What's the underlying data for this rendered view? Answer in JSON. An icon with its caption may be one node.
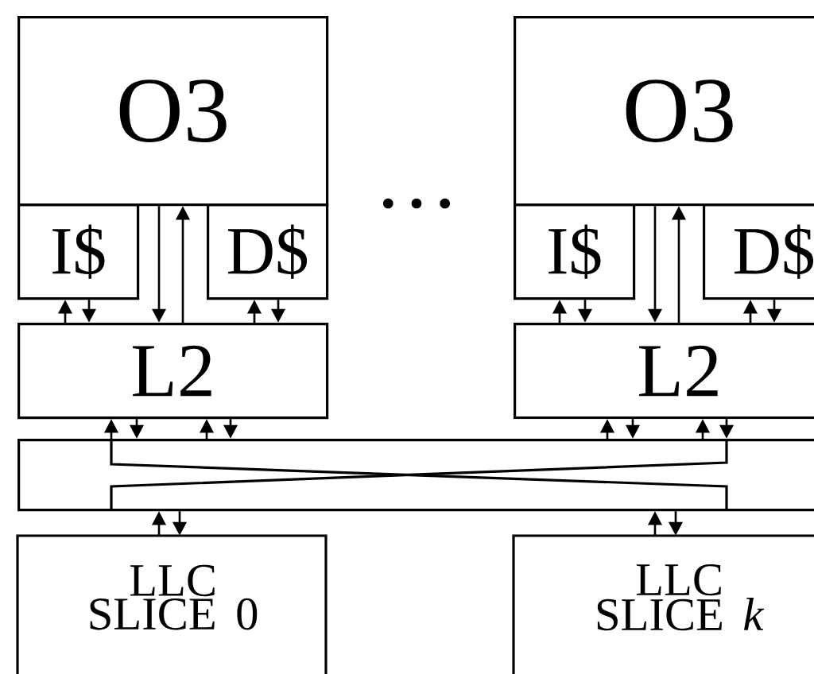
{
  "diagram": {
    "nodes": [
      {
        "text": [
          "O3"
        ]
      },
      {
        "text": [
          "O3"
        ]
      },
      {
        "text": [
          "I$"
        ]
      },
      {
        "text": [
          "D$"
        ]
      },
      {
        "text": [
          "I$"
        ]
      },
      {
        "text": [
          "D$"
        ]
      },
      {
        "text": [
          "L2"
        ]
      },
      {
        "text": [
          "L2"
        ]
      },
      {
        "text": [],
        "shape": "box"
      },
      {
        "text": [
          "LLC SLICE 0"
        ]
      },
      {
        "text": [
          "LLC SLICE *k*"
        ]
      }
    ],
    "edges": [
      {
        "from": 0,
        "to": 6,
        "arrow": "to"
      },
      {
        "from": 6,
        "to": 0,
        "arrow": "to"
      },
      {
        "from": 6,
        "to": 2,
        "arrow": "to"
      },
      {
        "from": 2,
        "to": 6,
        "arrow": "to"
      },
      {
        "from": 6,
        "to": 3,
        "arrow": "to"
      },
      {
        "from": 3,
        "to": 6,
        "arrow": "to"
      },
      {
        "from": 8,
        "to": 6,
        "arrow": "to"
      },
      {
        "from": 6,
        "to": 8,
        "arrow": "to"
      },
      {
        "from": 8,
        "to": 6,
        "arrow": "to"
      },
      {
        "from": 6,
        "to": 8,
        "arrow": "to"
      },
      {
        "from": 9,
        "to": 8,
        "arrow": "to"
      },
      {
        "from": 8,
        "to": 9,
        "arrow": "to"
      },
      {
        "from": 1,
        "to": 7,
        "arrow": "to"
      },
      {
        "from": 7,
        "to": 1,
        "arrow": "to"
      },
      {
        "from": 7,
        "to": 4,
        "arrow": "to"
      },
      {
        "from": 4,
        "to": 7,
        "arrow": "to"
      },
      {
        "from": 7,
        "to": 5,
        "arrow": "to"
      },
      {
        "from": 5,
        "to": 7,
        "arrow": "to"
      },
      {
        "from": 8,
        "to": 7,
        "arrow": "to"
      },
      {
        "from": 7,
        "to": 8,
        "arrow": "to"
      },
      {
        "from": 8,
        "to": 7,
        "arrow": "to"
      },
      {
        "from": 7,
        "to": 8,
        "arrow": "to"
      },
      {
        "from": 10,
        "to": 8,
        "arrow": "to"
      },
      {
        "from": 8,
        "to": 10,
        "arrow": "to"
      }
    ],
    "labels": [
      "…"
    ]
  }
}
